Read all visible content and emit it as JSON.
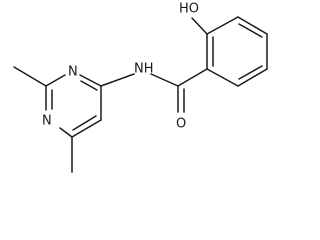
{
  "atom_labels": {
    "n_ring_upper": "N",
    "n_ring_lower": "N",
    "amide_nh": "NH",
    "carbonyl_o": "O",
    "hydroxyl": "HO"
  }
}
